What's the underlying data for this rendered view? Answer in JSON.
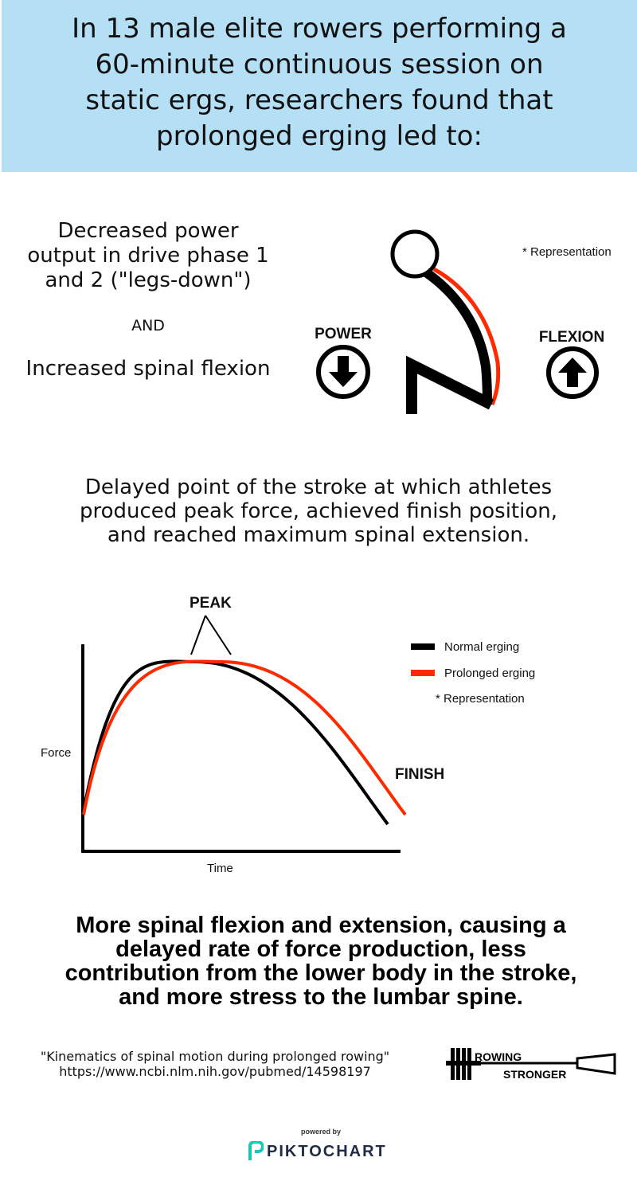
{
  "header": {
    "title_lines": [
      "In 13 male elite rowers performing a",
      "60-minute continuous session on",
      "static ergs, researchers found that",
      "prolonged erging led to:"
    ]
  },
  "finding1": {
    "power_lines": [
      "Decreased power",
      "output in drive phase 1",
      "and 2 (\"legs-down\")"
    ],
    "and_label": "AND",
    "flexion_text": "Increased spinal flexion"
  },
  "figure": {
    "representation_note": "* Representation",
    "power_label": "POWER",
    "flexion_label": "FLEXION",
    "power_icon": "arrow-down-circle",
    "flexion_icon": "arrow-up-circle"
  },
  "finding2": {
    "lines": [
      "Delayed point of the stroke at which athletes",
      "produced peak force, achieved finish position,",
      "and reached maximum spinal extension."
    ]
  },
  "chart_data": {
    "type": "line",
    "xlabel": "Time",
    "ylabel": "Force",
    "series": [
      {
        "name": "Normal erging",
        "color": "#000000",
        "x": [
          0,
          0.37,
          1.0
        ],
        "y": [
          0.22,
          1.0,
          0.15
        ]
      },
      {
        "name": "Prolonged erging",
        "color": "#ff2a00",
        "x": [
          0,
          0.43,
          1.0
        ],
        "y": [
          0.2,
          1.0,
          0.2
        ]
      }
    ],
    "annotations": [
      "PEAK",
      "FINISH"
    ],
    "note": "* Representation",
    "legend": "top-right",
    "grid": false
  },
  "conclusion": {
    "lines": [
      "More spinal flexion and extension, causing a",
      "delayed rate of force production, less",
      "contribution from the lower body in the stroke,",
      "and more stress to the lumbar spine."
    ]
  },
  "reference": {
    "title": "\"Kinematics of spinal motion during prolonged rowing\"",
    "url": "https://www.ncbi.nlm.nih.gov/pubmed/14598197"
  },
  "logo": {
    "line1": "ROWING",
    "line2": "STRONGER"
  },
  "footer": {
    "powered_by": "powered by",
    "brand": "PIKTOCHART"
  },
  "colors": {
    "header_bg": "#b5dff5",
    "normal": "#000000",
    "prolonged": "#ff2a00"
  }
}
